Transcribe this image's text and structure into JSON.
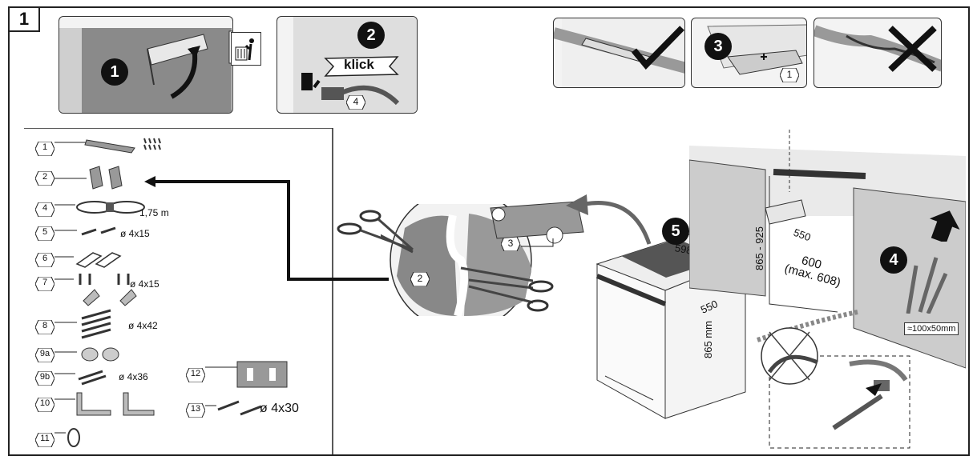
{
  "figure_number": "1",
  "steps": {
    "remove": "1",
    "power": "2",
    "strip": "3",
    "clearance": "4",
    "insert": "5"
  },
  "power_panel": {
    "click_label": "klick",
    "cable_ref": "4"
  },
  "strip_panel": {
    "ref": "1"
  },
  "parts": [
    {
      "id": "1",
      "spec": ""
    },
    {
      "id": "2",
      "spec": ""
    },
    {
      "id": "4",
      "spec": "1,75 m"
    },
    {
      "id": "5",
      "spec": "ø 4x15"
    },
    {
      "id": "6",
      "spec": ""
    },
    {
      "id": "7",
      "spec": "ø 4x15"
    },
    {
      "id": "8",
      "spec": "ø 4x42"
    },
    {
      "id": "9a",
      "spec": ""
    },
    {
      "id": "9b",
      "spec": "ø 4x36"
    },
    {
      "id": "10",
      "spec": ""
    },
    {
      "id": "11",
      "spec": ""
    },
    {
      "id": "12",
      "spec": ""
    },
    {
      "id": "13",
      "spec": "ø 4x30"
    }
  ],
  "cut_refs": {
    "part_2": "2",
    "part_3": "3"
  },
  "dimensions": {
    "width": "598",
    "depth": "550",
    "height": "865 mm",
    "niche_height": "865 - 925",
    "niche_depth": "550",
    "niche_width": "600",
    "niche_width_max": "(max. 608)",
    "opening": "≈100x50mm"
  }
}
